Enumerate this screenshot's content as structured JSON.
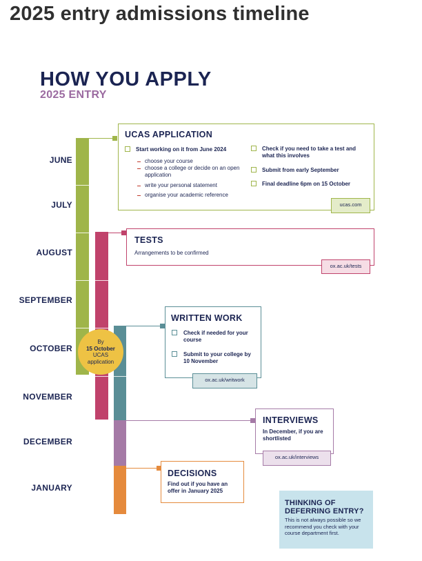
{
  "page_title": "2025 entry admissions timeline",
  "heading": "HOW YOU APPLY",
  "subheading": "2025 ENTRY",
  "months": [
    "JUNE",
    "JULY",
    "AUGUST",
    "SEPTEMBER",
    "OCTOBER",
    "NOVEMBER",
    "DECEMBER",
    "JANUARY"
  ],
  "colors": {
    "ucas": "#9fb54a",
    "tests": "#c0426b",
    "written": "#5a8e96",
    "interviews": "#a57aa6",
    "decisions": "#e58a3c",
    "deadline_circle": "#eec244",
    "defer_box": "#c8e3ec"
  },
  "ucas": {
    "title": "UCAS APPLICATION",
    "left_item": "Start working on it from June 2024",
    "sub_items": [
      "choose your course",
      "choose a college or decide on an open application",
      "write your personal statement",
      "organise your academic reference"
    ],
    "right_items": [
      "Check if you need to take a test and what this involves",
      "Submit from early September",
      "Final deadline 6pm on 15 October"
    ],
    "link": "ucas.com"
  },
  "tests": {
    "title": "TESTS",
    "text": "Arrangements to be confirmed",
    "link": "ox.ac.uk/tests"
  },
  "written": {
    "title": "WRITTEN WORK",
    "items": [
      "Check if needed for your course",
      "Submit to your college by 10 November"
    ],
    "link": "ox.ac.uk/writwork"
  },
  "interviews": {
    "title": "INTERVIEWS",
    "text": "In December, if you are shortlisted",
    "link": "ox.ac.uk/interviews"
  },
  "decisions": {
    "title": "DECISIONS",
    "text": "Find out if you have an offer in January 2025"
  },
  "deadline": {
    "line1": "By",
    "line2": "15 October",
    "line3": "UCAS",
    "line4": "application"
  },
  "deferring": {
    "title": "THINKING OF DEFERRING ENTRY?",
    "text": "This is not always possible so we recommend you check with your course department first."
  }
}
